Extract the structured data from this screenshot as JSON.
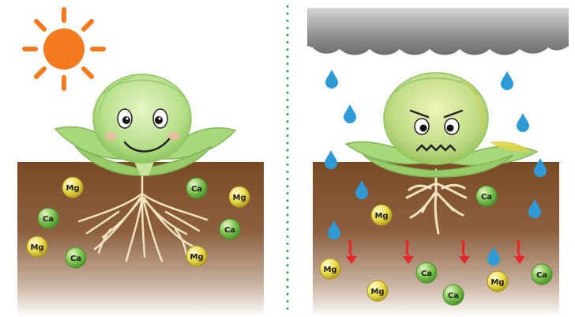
{
  "minerals": {
    "magnesium_symbol": "Mg",
    "calcium_symbol": "Ca"
  },
  "colors": {
    "sun": "#F47A20",
    "soil_top": "#7A4A25",
    "soil_bottom": "#FFFFFF",
    "cabbage": "#A8D87A",
    "cloud": "#8A8A8A",
    "raindrop": "#2F9BD6",
    "leach_arrow": "#E8262A",
    "divider": "#2EA84A",
    "magnesium": "#E6D43A",
    "calcium": "#6FB844",
    "roots": "#F4E3C0"
  },
  "icons": {
    "sun": "sun-icon",
    "cloud": "cloud-icon",
    "raindrop": "raindrop-icon",
    "arrow": "arrow-down-icon"
  },
  "panels": [
    {
      "name": "healthy-panel",
      "weather": "sunny",
      "cabbage_mood": "happy",
      "root_condition": "healthy"
    },
    {
      "name": "rainy-panel",
      "weather": "rainy",
      "cabbage_mood": "worried",
      "root_condition": "damaged"
    }
  ]
}
